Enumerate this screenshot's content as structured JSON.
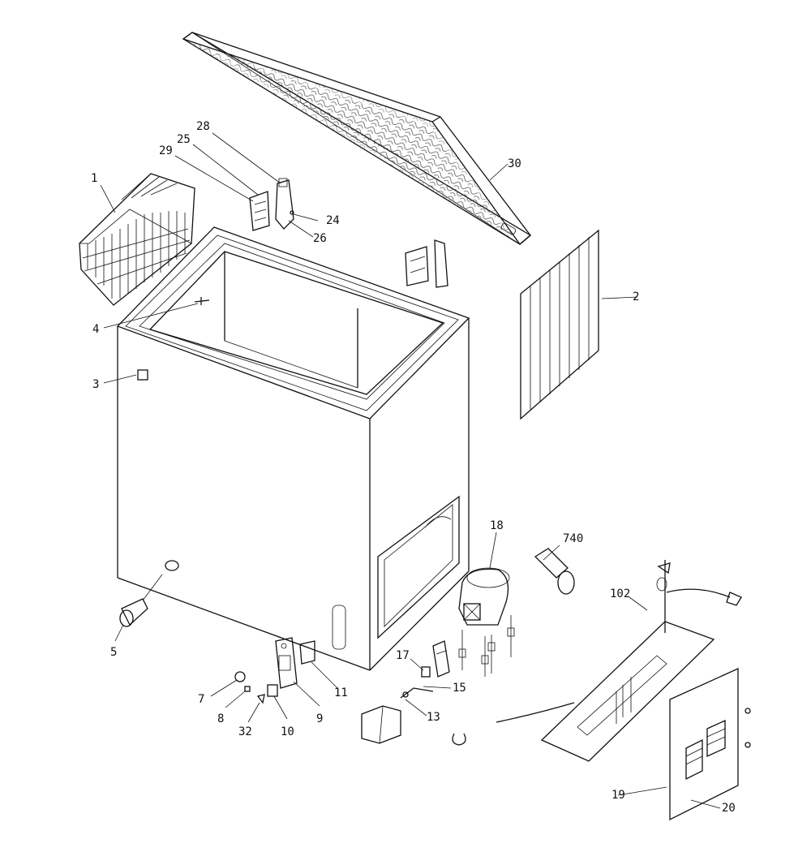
{
  "callouts": {
    "c1": "1",
    "c2": "2",
    "c3": "3",
    "c4": "4",
    "c5": "5",
    "c7": "7",
    "c8": "8",
    "c9": "9",
    "c10": "10",
    "c11": "11",
    "c13": "13",
    "c15": "15",
    "c17": "17",
    "c18": "18",
    "c19": "19",
    "c20": "20",
    "c24": "24",
    "c25": "25",
    "c26": "26",
    "c28": "28",
    "c29": "29",
    "c30": "30",
    "c32": "32",
    "c102": "102",
    "c740": "740"
  }
}
